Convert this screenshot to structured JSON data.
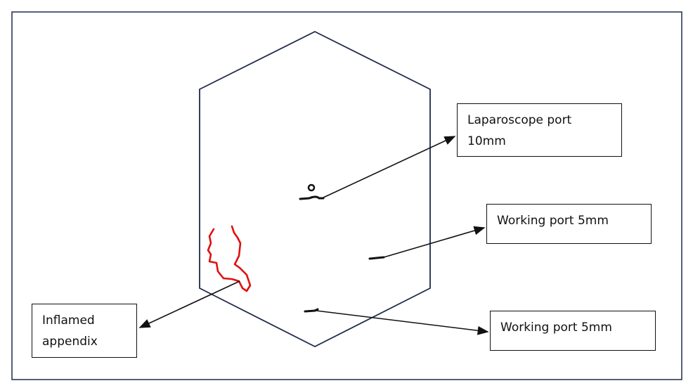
{
  "labels": {
    "laparoscope": "Laparoscope port 10mm",
    "working_port_1": "Working port 5mm",
    "working_port_2": "Working port 5mm",
    "appendix": "Inflamed appendix"
  },
  "colors": {
    "frame": "#1f2a4a",
    "appendix": "#e01010",
    "arrow": "#111111"
  }
}
